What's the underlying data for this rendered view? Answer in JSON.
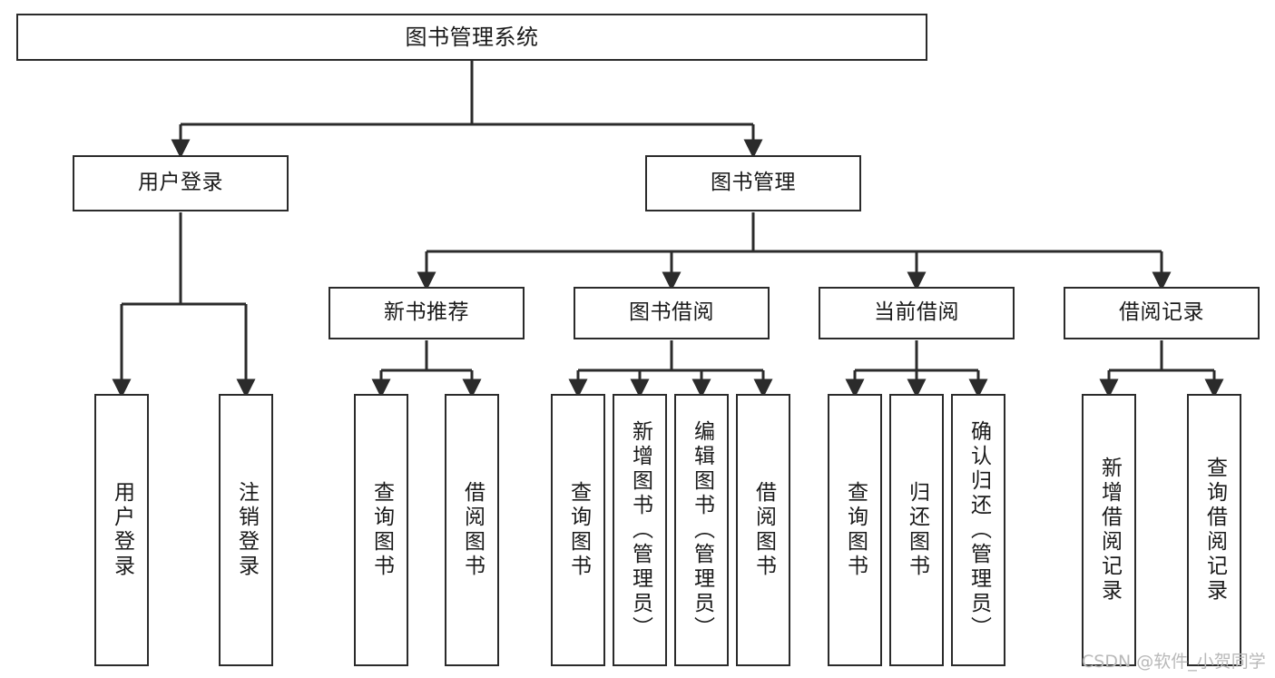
{
  "diagram": {
    "title": "图书管理系统",
    "type": "tree-structure-chart",
    "watermark": "CSDN @软件_小贺同学",
    "colors": {
      "border": "#2b2b2b",
      "background": "#ffffff",
      "text": "#1a1a1a",
      "watermark": "#b9b9b9"
    },
    "root": {
      "label": "图书管理系统"
    },
    "level2": [
      {
        "label": "用户登录"
      },
      {
        "label": "图书管理"
      }
    ],
    "level3": [
      {
        "label": "新书推荐"
      },
      {
        "label": "图书借阅"
      },
      {
        "label": "当前借阅"
      },
      {
        "label": "借阅记录"
      }
    ],
    "leaves": {
      "user_login": [
        {
          "label": "用户登录"
        },
        {
          "label": "注销登录"
        }
      ],
      "new_book_recommend": [
        {
          "label": "查询图书"
        },
        {
          "label": "借阅图书"
        }
      ],
      "book_borrow": [
        {
          "label": "查询图书"
        },
        {
          "label": "新增图书（管理员）"
        },
        {
          "label": "编辑图书（管理员）"
        },
        {
          "label": "借阅图书"
        }
      ],
      "current_borrow": [
        {
          "label": "查询图书"
        },
        {
          "label": "归还图书"
        },
        {
          "label": "确认归还（管理员）"
        }
      ],
      "borrow_record": [
        {
          "label": "新增借阅记录"
        },
        {
          "label": "查询借阅记录"
        }
      ]
    }
  }
}
